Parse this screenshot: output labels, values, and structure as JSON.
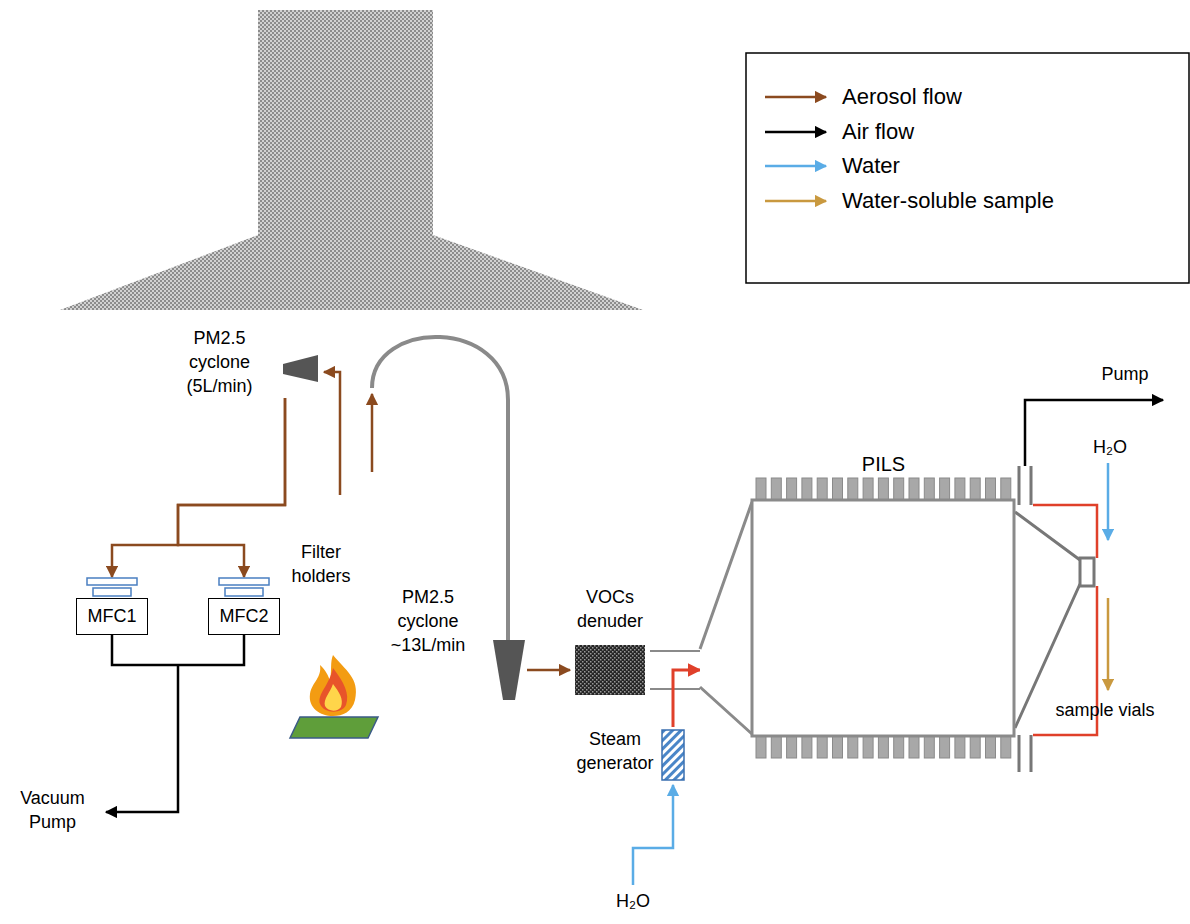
{
  "diagram": {
    "nodes": [
      {
        "text": [
          "PM2.5 cyclone (5L/min)"
        ]
      },
      {
        "text": [
          "MFC1"
        ]
      },
      {
        "text": [
          "MFC2"
        ]
      },
      {
        "text": [
          "PM2.5 cyclone ~13L/min"
        ]
      },
      {
        "text": [
          "VOCs denuder"
        ]
      },
      {
        "text": [
          "Steam generator"
        ]
      },
      {
        "text": [
          "PILS"
        ]
      }
    ],
    "edges": [
      {
        "from": 0,
        "to": 1,
        "arrow": "to"
      },
      {
        "from": 0,
        "to": 2,
        "arrow": "to"
      },
      {
        "from": 3,
        "to": 4,
        "arrow": "to"
      },
      {
        "from": 4,
        "to": 6,
        "arrow": "none"
      },
      {
        "from": 5,
        "to": 6,
        "arrow": "to"
      }
    ],
    "labels": [
      "Pump",
      "H₂O",
      "Filter holders",
      "sample vials",
      "Vacuum Pump",
      "H₂O"
    ],
    "legend": [
      {
        "text": "Aerosol flow"
      },
      {
        "text": "Air flow"
      },
      {
        "text": "Water"
      },
      {
        "text": "Water-soluble sample"
      }
    ]
  }
}
